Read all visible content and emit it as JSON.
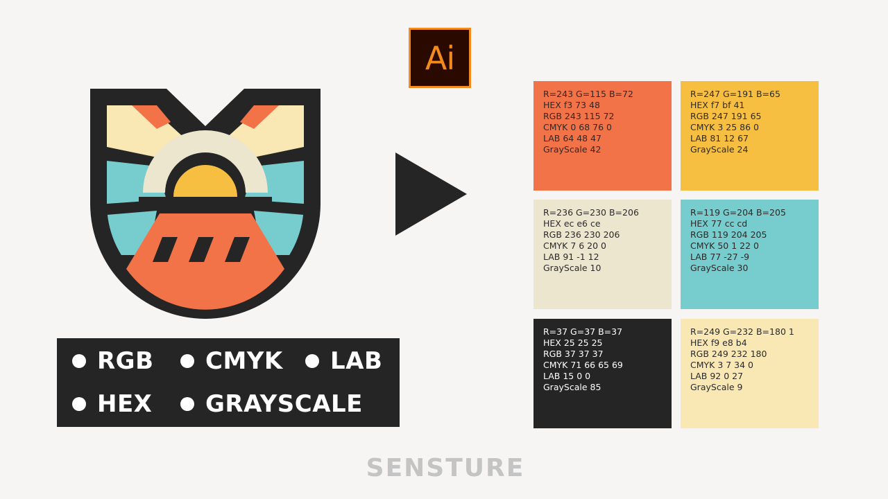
{
  "app_badge": {
    "label": "Ai"
  },
  "formats": {
    "row1": [
      "RGB",
      "CMYK",
      "LAB"
    ],
    "row2": [
      "HEX",
      "GRAYSCALE"
    ]
  },
  "swatches": [
    {
      "bg": "#f37348",
      "text_color": "#2a2a2a",
      "lines": [
        "R=243 G=115 B=72",
        "HEX f3 73 48",
        "RGB 243 115 72",
        "CMYK 0 68 76 0",
        "LAB 64 48 47",
        "GrayScale 42"
      ]
    },
    {
      "bg": "#f7bf41",
      "text_color": "#2a2a2a",
      "lines": [
        "R=247 G=191 B=65",
        "HEX f7 bf 41",
        "RGB 247 191 65",
        "CMYK 3 25 86 0",
        "LAB 81 12 67",
        "GrayScale 24"
      ]
    },
    {
      "bg": "#ece6ce",
      "text_color": "#2a2a2a",
      "lines": [
        "R=236 G=230 B=206",
        "HEX ec e6 ce",
        "RGB 236 230 206",
        "CMYK 7 6 20 0",
        "LAB 91 -1 12",
        "GrayScale 10"
      ]
    },
    {
      "bg": "#77cccd",
      "text_color": "#2a2a2a",
      "lines": [
        "R=119 G=204 B=205",
        "HEX 77 cc cd",
        "RGB 119 204 205",
        "CMYK 50 1 22 0",
        "LAB 77 -27 -9",
        "GrayScale 30"
      ]
    },
    {
      "bg": "#252525",
      "text_color": "#ffffff",
      "lines": [
        "R=37 G=37 B=37",
        "HEX 25 25 25",
        "RGB 37 37 37",
        "CMYK 71 66 65 69",
        "LAB 15 0 0",
        "GrayScale 85"
      ]
    },
    {
      "bg": "#f9e8b4",
      "text_color": "#2a2a2a",
      "lines": [
        "R=249 G=232 B=180 1",
        "HEX f9 e8 b4",
        "RGB 249 232 180",
        "CMYK 3 7 34 0",
        "LAB 92 0 27",
        "GrayScale 9"
      ]
    }
  ],
  "brand": {
    "text": "SENSTURE"
  },
  "colors": {
    "background": "#f6f5f3",
    "badge_orange": "#f28a1e",
    "badge_dark": "#2a0a00",
    "dark": "#252525"
  },
  "icons": {
    "logo": "tulip-sunrise-emblem",
    "arrow": "play-arrow-icon",
    "bullet": "dot-icon"
  }
}
